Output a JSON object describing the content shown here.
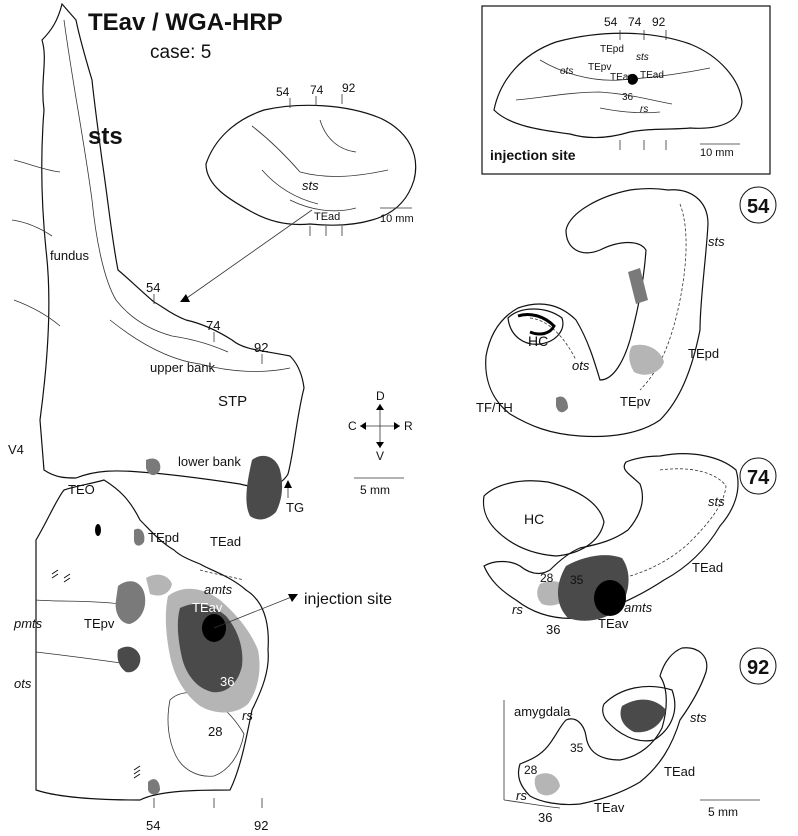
{
  "flatmap": {
    "title": "TEav / WGA-HRP",
    "subtitle": "case: 5",
    "labels": {
      "sts": "sts",
      "fundus": "fundus",
      "upper_bank": "upper bank",
      "stp": "STP",
      "lower_bank": "lower bank",
      "v4": "V4",
      "teo": "TEO",
      "tg": "TG",
      "tepd": "TEpd",
      "tead": "TEad",
      "tepv": "TEpv",
      "teav": "TEav",
      "amts": "amts",
      "pmts": "pmts",
      "ots": "ots",
      "a36": "36",
      "a28": "28",
      "rs": "rs",
      "injection": "injection site"
    },
    "levels": [
      "54",
      "74",
      "92"
    ],
    "bottom_levels": [
      "54",
      "92"
    ]
  },
  "brain_lateral": {
    "levels": [
      "54",
      "74",
      "92"
    ],
    "sts": "sts",
    "tead": "TEad",
    "scale": "10 mm"
  },
  "compass": {
    "d": "D",
    "v": "V",
    "c": "C",
    "r": "R"
  },
  "scale_flat": "5 mm",
  "inset": {
    "levels": [
      "54",
      "74",
      "92"
    ],
    "tepd": "TEpd",
    "sts": "sts",
    "ots": "ots",
    "tepv": "TEpv",
    "teav": "TEav",
    "tead": "TEad",
    "a36": "36",
    "rs": "rs",
    "caption": "injection site",
    "scale": "10 mm"
  },
  "section54": {
    "number": "54",
    "sts": "sts",
    "hc": "HC",
    "tepd": "TEpd",
    "ots": "ots",
    "tfth": "TF/TH",
    "tepv": "TEpv"
  },
  "section74": {
    "number": "74",
    "sts": "sts",
    "hc": "HC",
    "tead": "TEad",
    "a28": "28",
    "a35": "35",
    "rs": "rs",
    "amts": "amts",
    "a36": "36",
    "teav": "TEav"
  },
  "section92": {
    "number": "92",
    "amygdala": "amygdala",
    "sts": "sts",
    "a35": "35",
    "a28": "28",
    "tead": "TEad",
    "rs": "rs",
    "a36": "36",
    "teav": "TEav",
    "scale": "5 mm"
  },
  "colors": {
    "light": "#b5b5b5",
    "mid": "#7a7a7a",
    "dark": "#4a4a4a",
    "injection": "#000000"
  }
}
